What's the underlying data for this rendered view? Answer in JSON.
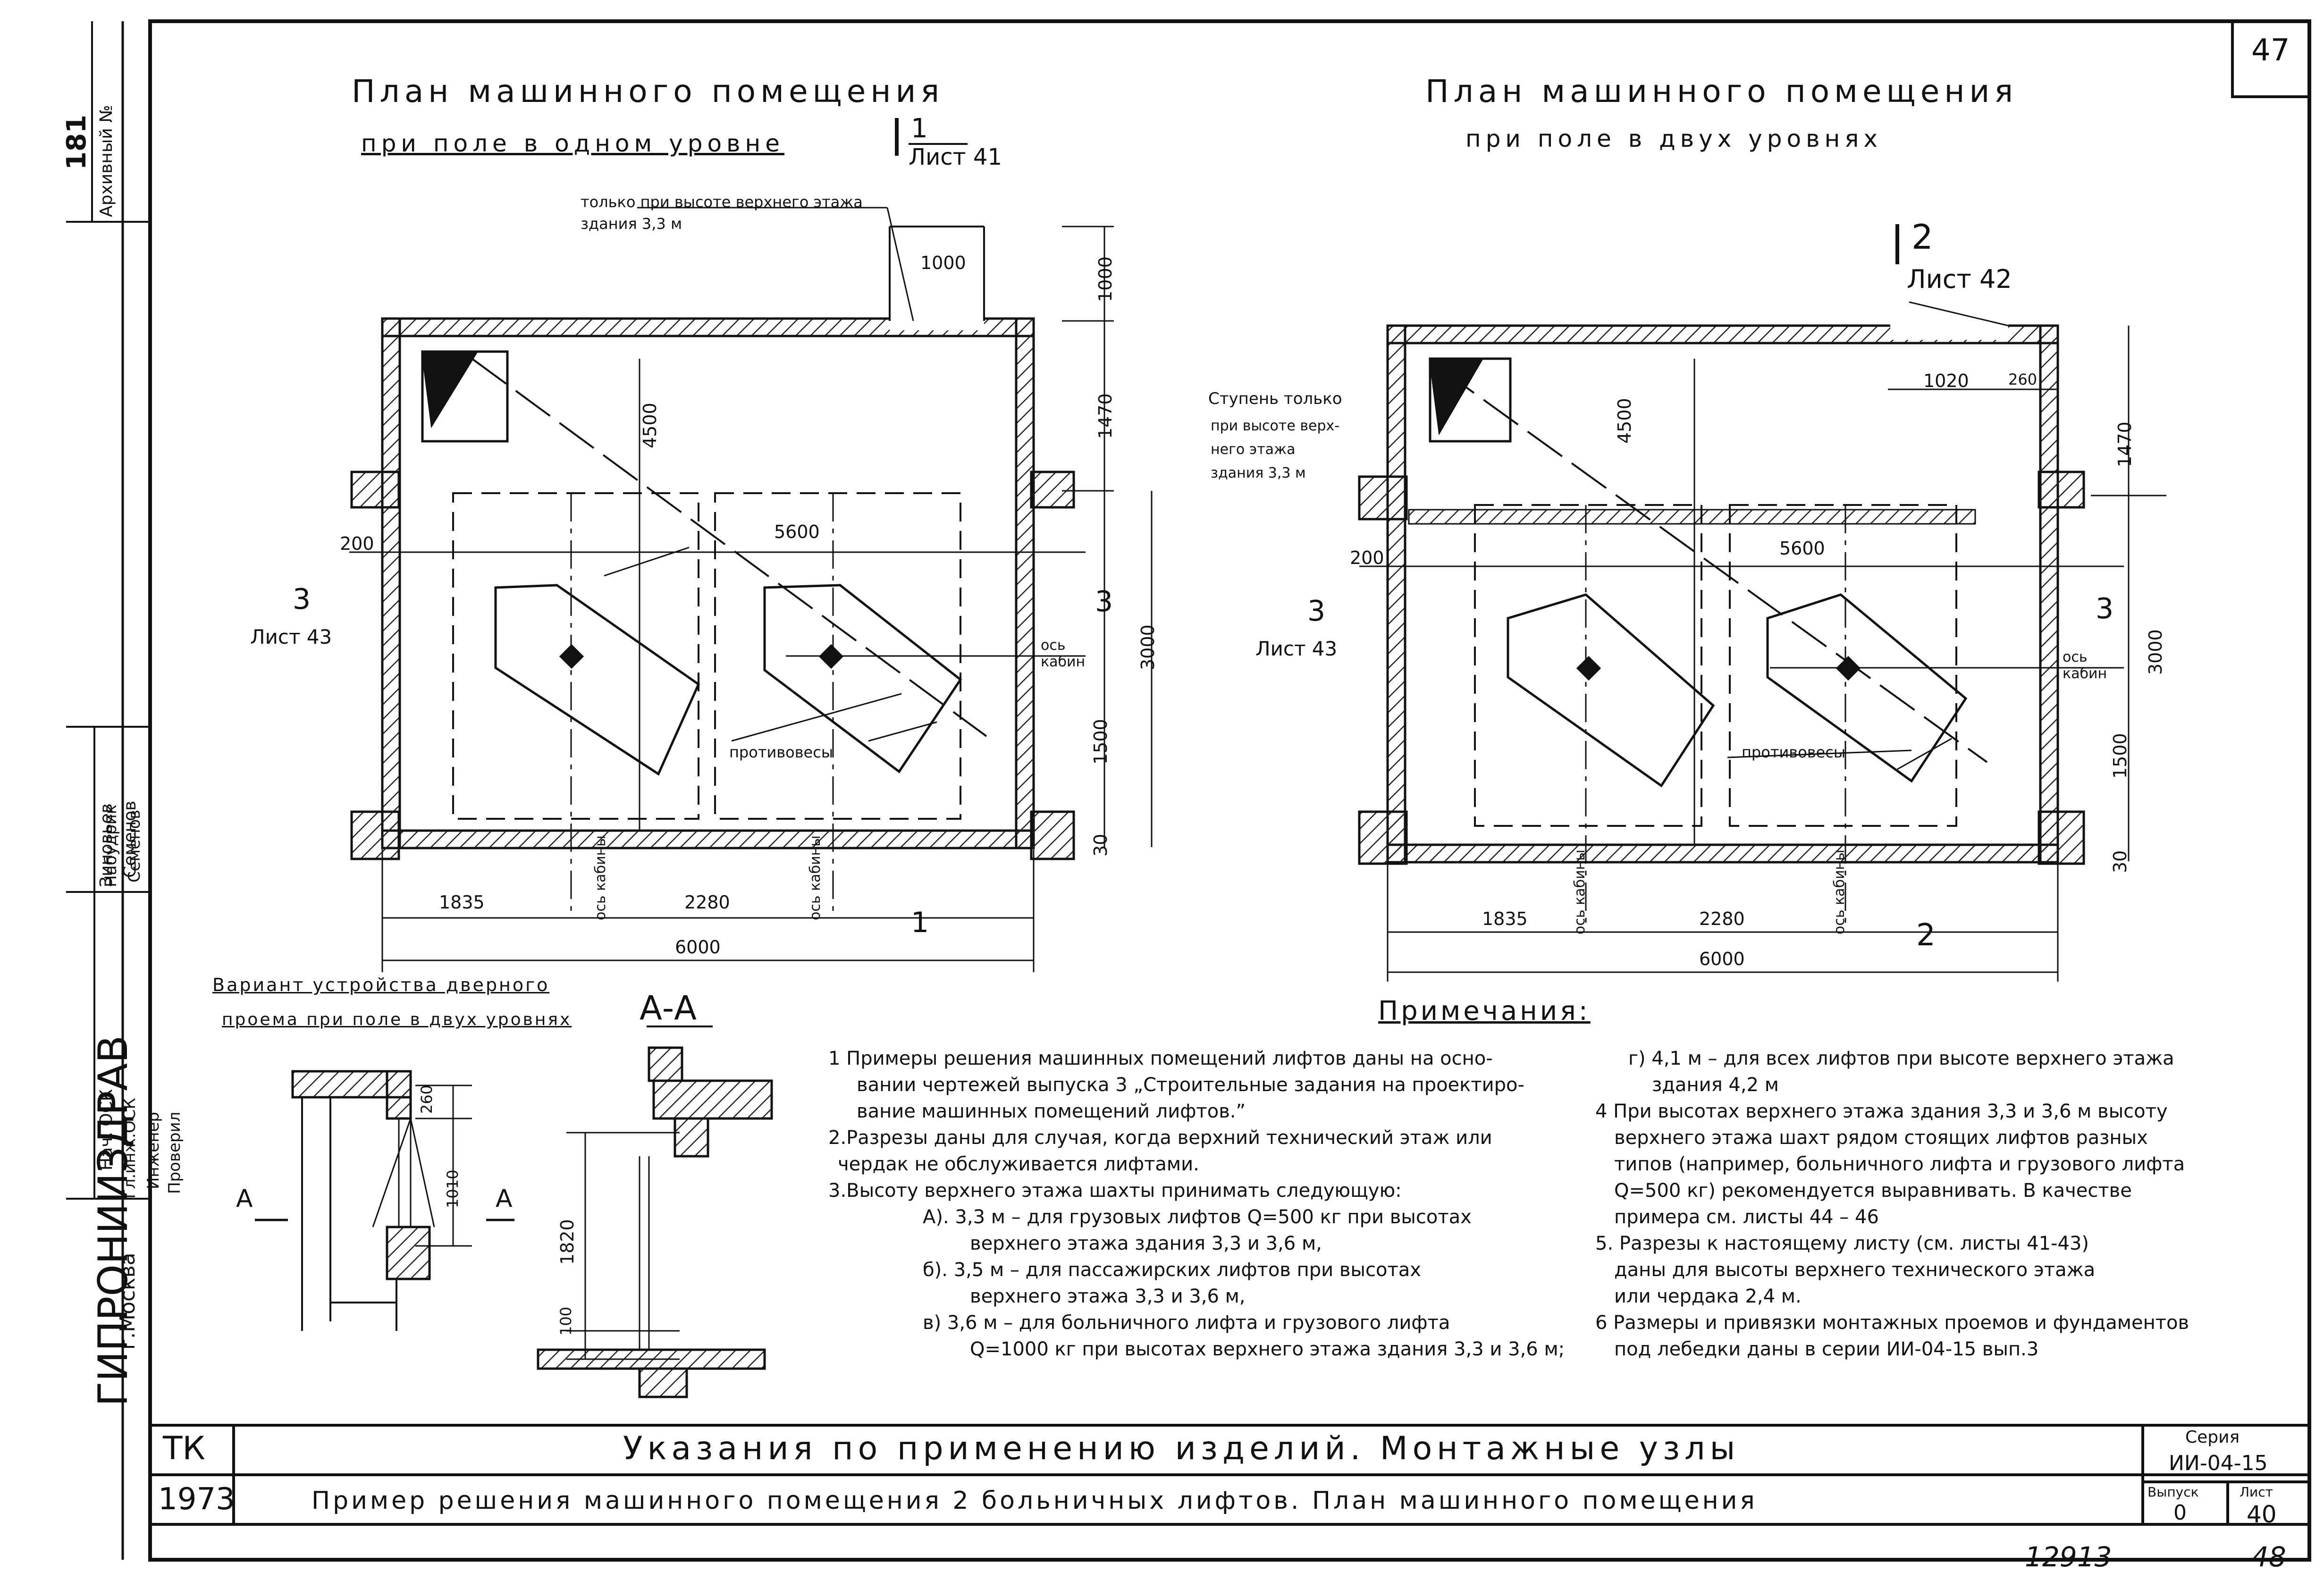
{
  "sheet_corner": "47",
  "sheet_bottom_number": "48",
  "stamp_number": "12913",
  "archive": {
    "label": "Архивный №",
    "value": "181"
  },
  "organization": {
    "name": "ГИПРОНИИЗДРАВ",
    "city": "г.Москва"
  },
  "signatures": {
    "roles": [
      "Нач. ОСК",
      "Гл.инж.ОСК",
      "Инженер",
      "Проверил"
    ],
    "names": [
      "Зиновьев",
      "Семенов",
      "Набудрик",
      "Семенов"
    ]
  },
  "plan_left": {
    "title": "План машинного помещения",
    "subtitle": "при поле в одном уровне",
    "section_ref": "1",
    "section_sheet": "Лист 41",
    "note_top": "только при высоте верхнего этажа здания 3,3 м",
    "dims": {
      "d1000": "1000",
      "d1000v": "1000",
      "d1470": "1470",
      "d4500": "4500",
      "d5600": "5600",
      "d200": "200",
      "d3000": "3000",
      "d1500": "1500",
      "d30": "30",
      "d1835": "1835",
      "d2280": "2280",
      "d6000": "6000"
    },
    "cut_left": {
      "num": "3",
      "sheet": "Лист 43"
    },
    "cut_right": {
      "num": "3"
    },
    "cut_bottom": {
      "num": "1"
    },
    "axis_cabin": "ось кабин",
    "axis_cabin_v": "ось кабины",
    "counterweights": "противовесы"
  },
  "plan_right": {
    "title": "План машинного помещения",
    "subtitle": "при поле в двух уровнях",
    "section_ref": "2",
    "section_sheet": "Лист 42",
    "step_note": [
      "Ступень только",
      "при высоте верх-",
      "него этажа",
      "здания 3,3 м"
    ],
    "dims": {
      "d1020": "1020",
      "d260": "260",
      "d1470": "1470",
      "d4500": "4500",
      "d5600": "5600",
      "d200": "200",
      "d3000": "3000",
      "d1500": "1500",
      "d30": "30",
      "d1835": "1835",
      "d2280": "2280",
      "d6000": "6000"
    },
    "cut_left": {
      "num": "3",
      "sheet": "Лист 43"
    },
    "cut_right": {
      "num": "3"
    },
    "cut_bottom": {
      "num": "2"
    },
    "axis_cabin": "ось кабин",
    "axis_cabin_v": "ось кабины",
    "counterweights": "противовесы"
  },
  "variant": {
    "title": "Вариант устройства дверного",
    "subtitle": "проема при поле в двух уровнях",
    "d260": "260",
    "d1010": "1010",
    "cut": "А"
  },
  "section_aa": {
    "title": "А-А",
    "d1820": "1820",
    "d100": "100"
  },
  "notes": {
    "title": "Примечания:",
    "left": [
      "1 Примеры решения машинных помещений лифтов даны на осно-",
      "вании чертежей выпуска 3 „Строительные задания на проектиро-",
      "вание машинных помещений лифтов.”",
      "2.Разрезы даны для случая, когда верхний технический этаж или",
      "чердак не обслуживается лифтами.",
      "3.Высоту верхнего этажа шахты принимать следующую:",
      "А). 3,3 м – для грузовых лифтов Q=500 кг при высотах",
      "верхнего этажа здания 3,3 и 3,6 м,",
      "б). 3,5 м – для пассажирских лифтов при высотах",
      "верхнего этажа 3,3 и 3,6 м,",
      "в) 3,6 м – для больничного лифта и грузового лифта",
      "Q=1000 кг при высотах верхнего этажа здания 3,3 и 3,6 м;"
    ],
    "right": [
      "г) 4,1 м – для всех лифтов при высоте верхнего этажа",
      "здания 4,2 м",
      "4 При высотах верхнего этажа здания 3,3 и 3,6 м высоту",
      "верхнего этажа шахт рядом стоящих лифтов разных",
      "типов (например, больничного лифта и грузового лифта",
      "Q=500 кг) рекомендуется выравнивать. В качестве",
      "примера см. листы 44 – 46",
      "5. Разрезы к настоящему листу (см. листы 41-43)",
      "даны для высоты верхнего технического этажа",
      "или чердака 2,4 м.",
      "6 Размеры и привязки монтажных проемов и фундаментов",
      "под лебедки даны в серии ИИ-04-15 вып.3"
    ]
  },
  "title_block": {
    "code1": "ТК",
    "code2": "1973",
    "title1": "Указания по применению изделий. Монтажные узлы",
    "title2": "Пример решения машинного помещения 2 больничных лифтов. План машинного помещения",
    "series_label": "Серия",
    "series_value": "ИИ-04-15",
    "issue_label": "Выпуск",
    "issue_value": "0",
    "sheet_label": "Лист",
    "sheet_value": "40"
  }
}
